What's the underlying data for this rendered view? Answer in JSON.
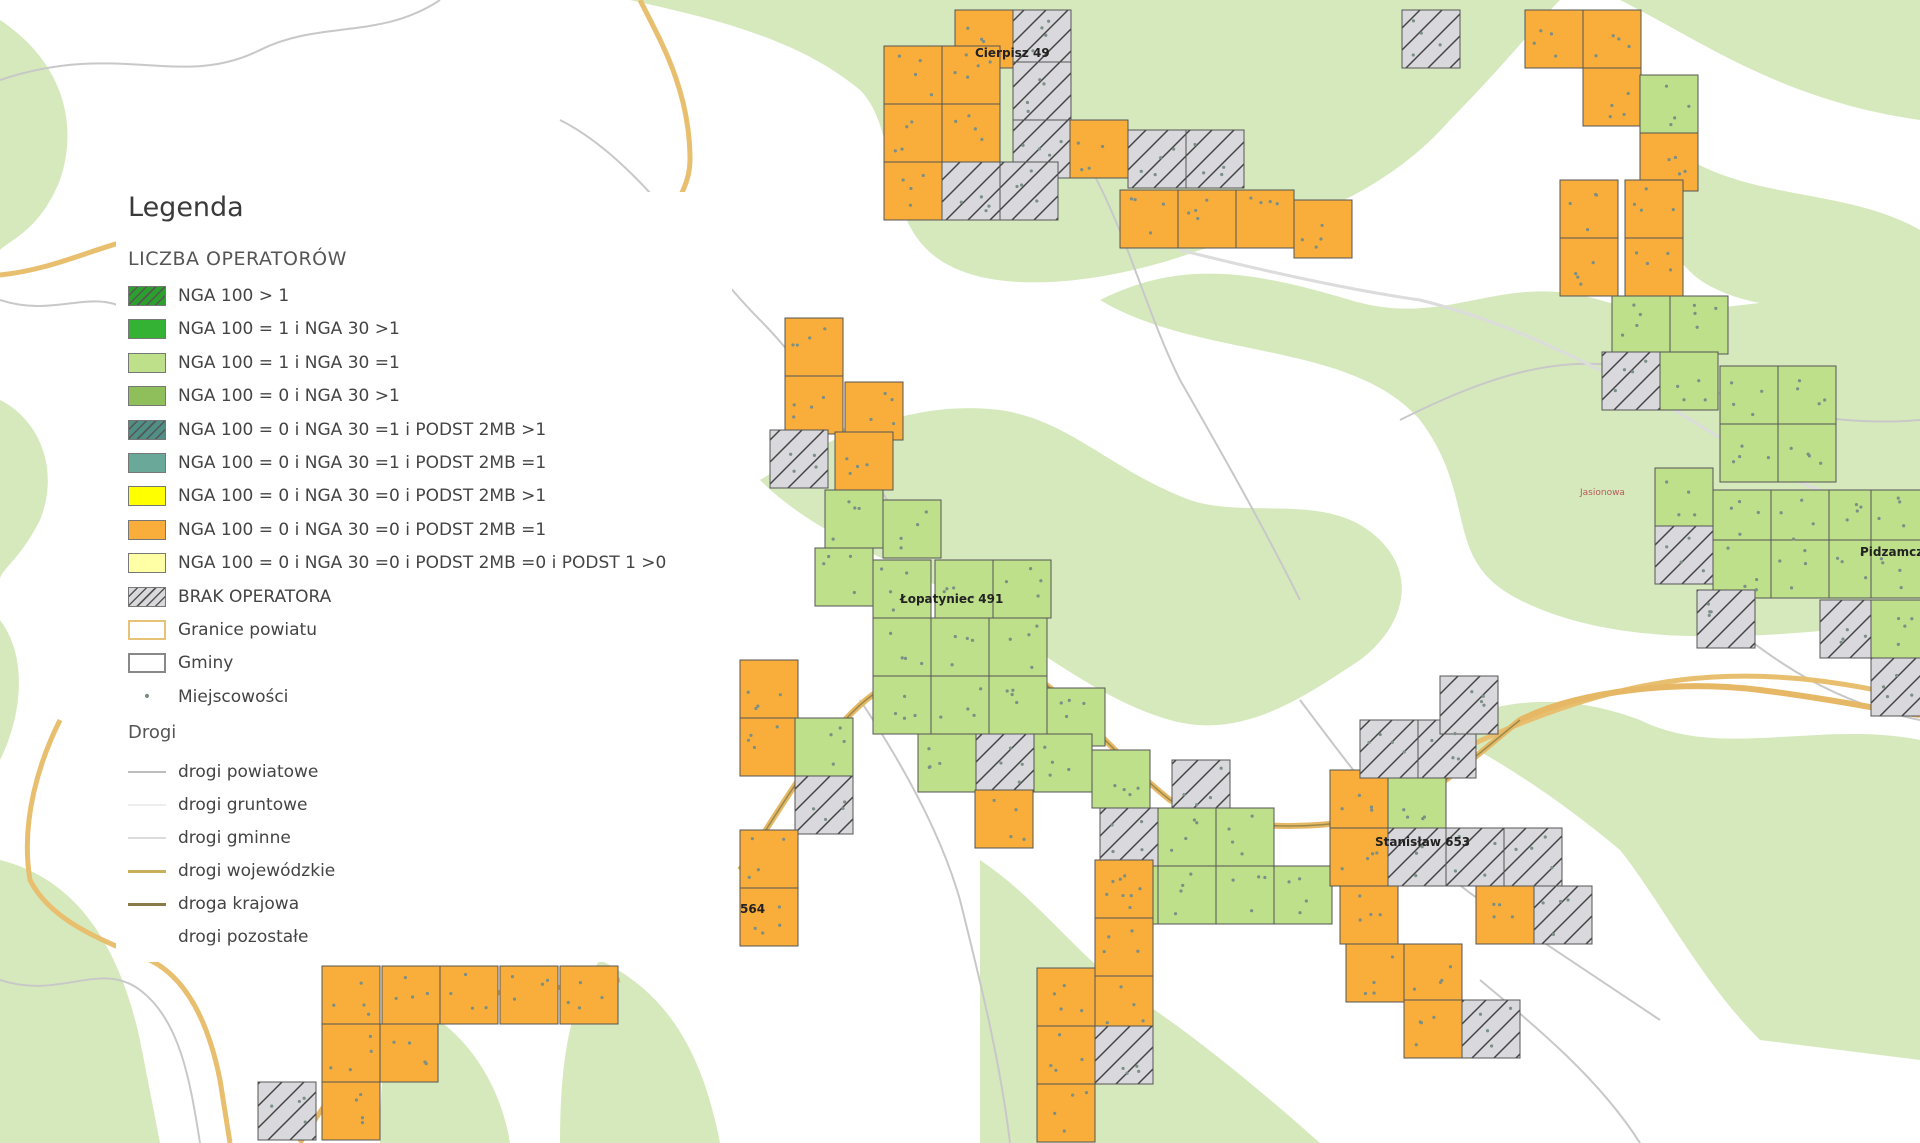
{
  "legend": {
    "title": "Legenda",
    "section_operators": "LICZBA OPERATORÓW",
    "items": [
      {
        "label": "NGA 100 > 1",
        "color": "#2ca02c",
        "hatch": true
      },
      {
        "label": "NGA 100 = 1 i NGA 30 >1",
        "color": "#33b233",
        "hatch": false
      },
      {
        "label": "NGA 100 = 1 i NGA 30 =1",
        "color": "#bfe08a",
        "hatch": false
      },
      {
        "label": "NGA 100 = 0 i NGA 30 >1",
        "color": "#8fbf5a",
        "hatch": false
      },
      {
        "label": "NGA 100 = 0 i NGA 30 =1 i PODST 2MB >1",
        "color": "#4f8f86",
        "hatch": true
      },
      {
        "label": "NGA 100 = 0 i NGA 30 =1 i PODST 2MB =1",
        "color": "#6aa89a",
        "hatch": false
      },
      {
        "label": "NGA 100 = 0 i NGA 30 =0 i PODST 2MB >1",
        "color": "#ffff00",
        "hatch": false
      },
      {
        "label": "NGA 100 = 0 i NGA 30 =0 i PODST 2MB =1",
        "color": "#f9ae3b",
        "hatch": false
      },
      {
        "label": "NGA 100 = 0 i NGA 30 =0 i PODST 2MB =0  i PODST 1 >0",
        "color": "#ffffa6",
        "hatch": false
      },
      {
        "label": "BRAK OPERATORA",
        "color": "#d9d9dd",
        "hatch": true
      },
      {
        "label": "Granice powiatu",
        "color": "#ffffff",
        "border": "#e6c277"
      },
      {
        "label": "Gminy",
        "color": "#ffffff",
        "border": "#888888"
      },
      {
        "label": "Miejscowości",
        "point": true
      }
    ],
    "section_roads": "Drogi",
    "roads": [
      {
        "label": "drogi powiatowe",
        "color": "#bdbdbd",
        "width": 2
      },
      {
        "label": "drogi gruntowe",
        "color": "#eeeeee",
        "width": 2
      },
      {
        "label": "drogi gminne",
        "color": "#dcdcdc",
        "width": 2
      },
      {
        "label": "drogi wojewódzkie",
        "color": "#c8b05a",
        "width": 3
      },
      {
        "label": "droga krajowa",
        "color": "#8a7a48",
        "width": 3
      },
      {
        "label": "drogi pozostałe",
        "color": "#ffffff",
        "width": 2
      }
    ]
  },
  "colors": {
    "orange": "#f9ae3b",
    "light_green": "#bfe08a",
    "forest": "#d6e9bd",
    "no_operator": "#d9d9dd",
    "road_main": "#e6b865"
  },
  "places": [
    {
      "name": "Cierpisz 49"
    },
    {
      "name": "Łopatyniec 491"
    },
    {
      "name": "Stanisław 653"
    },
    {
      "name": "564"
    },
    {
      "name": "Pidzamcze"
    },
    {
      "name": "Jasionowa"
    }
  ]
}
